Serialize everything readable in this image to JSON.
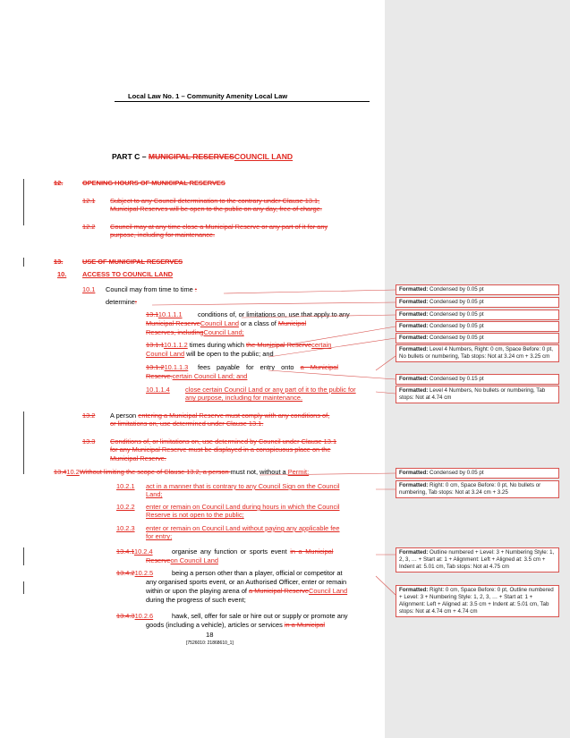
{
  "header": {
    "title": "Local Law No. 1 – Community Amenity Local Law"
  },
  "part_title": {
    "prefix": "PART C – ",
    "deleted": "MUNICIPAL RESERVES",
    "inserted": "COUNCIL LAND"
  },
  "s12": {
    "num": "12.",
    "title": "OPENING HOURS OF MUNICIPAL RESERVES",
    "c1_num": "12.1",
    "c1_l1": "Subject to any Council determination to the contrary under Clause 13.1,",
    "c1_l2": "Municipal Reserves will be open to the public on any day, free of charge.",
    "c2_num": "12.2",
    "c2_l1": "Council may at any time close a Municipal Reserve or any part of it for any",
    "c2_l2": "purpose, including for maintenance."
  },
  "s13": {
    "num": "13.",
    "title": "USE OF MUNICIPAL RESERVES"
  },
  "s10": {
    "num": "10.",
    "title": "ACCESS TO COUNCIL LAND",
    "c1_num": "10.1",
    "c1_text": "Council may from time to time ",
    "c1_del": ":",
    "determine": "determine",
    "determine_del": ":",
    "i1_del": "13.1",
    "i1_num": "10.1.1.1",
    "i1_a": "conditions of, or limitations on, use that apply to any",
    "i1_del2": "Municipal Reserve",
    "i1_ins2": "Council Land",
    "i1_b": " or a class of ",
    "i1_del3": "Municipal",
    "i1_del4": "Reserves, including",
    "i1_ins4": "Council Land;",
    "i2_del": "13.1.1",
    "i2_num": "10.1.1.2",
    "i2_a": " times during which ",
    "i2_del2": "the Municipal Reserve",
    "i2_ins2": "certain",
    "i2_ins3": "Council Land",
    "i2_b": " will be open to the public; and",
    "i3_del": "13.1.2",
    "i3_num": "10.1.1.3",
    "i3_a": "fees payable for",
    "i3_b": " entry onto ",
    "i3_del2": "a Municipal",
    "i3_del3": "Reserve.",
    "i3_ins3": "certain Council Land; and",
    "i4_num": "10.1.1.4",
    "i4_l1": "close certain Council Land or any part of it to the public for",
    "i4_l2": "any purpose, including for maintenance."
  },
  "c13_2": {
    "num": "13.2",
    "a": "A person ",
    "del_l1": "entering a Municipal Reserve must comply with any conditions of,",
    "del_l2": "or limitations on, use determined under Clause 13.1."
  },
  "c13_3": {
    "num": "13.3",
    "l1": "Conditions of, or limitations on, use determined by Council under Clause 13.1",
    "l2": "for any Municipal Reserve must be displayed in a conspicuous place on the",
    "l3": "Municipal Reserve."
  },
  "c10_2": {
    "del_num": "13.4",
    "num": "10.2",
    "del_text": "Without limiting the scope of Clause 13.2, a person ",
    "text": "must not, without a ",
    "ins": "Permit:"
  },
  "c10_2_items": {
    "i1_num": "10.2.1",
    "i1_l1": "act in a manner that is contrary to any Council Sign on the Council",
    "i1_l2": "Land;",
    "i2_num": "10.2.2",
    "i2_l1": "enter or remain on Council Land during hours in which the Council",
    "i2_l2": "Reserve is not open to the public;",
    "i3_num": "10.2.3",
    "i3_l1": "enter or remain on Council Land without paying any applicable fee",
    "i3_l2": "for entry;",
    "i4_del": "13.4.1",
    "i4_num": "10.2.4",
    "i4_a": "organise any function or sports event ",
    "i4_del2": "in a Municipal",
    "i4_del3": "Reserve",
    "i4_ins3": "on Council Land",
    "i5_del": "13.4.2",
    "i5_num": "10.2.5",
    "i5_l1": "being a person other than a player, official or competitor at",
    "i5_l2": "any organised sports event, or an Authorised Officer, enter or remain",
    "i5_l3a": "within or upon the playing arena of ",
    "i5_del3": "a Municipal Reserve",
    "i5_ins3": "Council Land",
    "i5_l4": "during the progress of such event;",
    "i6_del": "13.4.3",
    "i6_num": "10.2.6",
    "i6_l1": "hawk, sell, offer for sale or hire out or supply or promote any",
    "i6_l2": "goods (including a vehicle), articles or services ",
    "i6_del2": "in a Municipal"
  },
  "footer": {
    "page": "18",
    "docref": "[7526010: 21868610_1]"
  },
  "comments": [
    {
      "label": "Formatted:",
      "text": "Condensed by  0.05 pt"
    },
    {
      "label": "Formatted:",
      "text": "Condensed by  0.05 pt"
    },
    {
      "label": "Formatted:",
      "text": "Condensed by  0.05 pt"
    },
    {
      "label": "Formatted:",
      "text": "Condensed by  0.05 pt"
    },
    {
      "label": "Formatted:",
      "text": "Condensed by  0.05 pt"
    },
    {
      "label": "Formatted:",
      "text": "Level 4 Numbers, Right:  0 cm, Space Before:  0 pt,  No bullets or numbering, Tab stops: Not at  3.24 cm +  3.25 cm"
    },
    {
      "label": "Formatted:",
      "text": "Condensed by  0.15 pt"
    },
    {
      "label": "Formatted:",
      "text": "Level 4 Numbers,  No bullets or numbering, Tab stops: Not at  4.74 cm"
    },
    {
      "label": "Formatted:",
      "text": "Condensed by  0.05 pt"
    },
    {
      "label": "Formatted:",
      "text": "Right:  0 cm, Space Before:  0 pt,  No bullets or numbering, Tab stops: Not at  3.24 cm +  3.25"
    },
    {
      "label": "Formatted:",
      "text": "Outline numbered + Level: 3 + Numbering Style: 1, 2, 3, … + Start at: 1 + Alignment: Left + Aligned at:  3.5 cm + Indent at:  5.01 cm, Tab stops: Not at  4.75 cm"
    },
    {
      "label": "Formatted:",
      "text": "Right:  0 cm, Space Before:  0 pt, Outline numbered + Level: 3 + Numbering Style: 1, 2, 3, … + Start at: 1 + Alignment: Left + Aligned at:  3.5 cm + Indent at:  5.01 cm, Tab stops: Not at  4.74 cm +  4.74 cm"
    }
  ],
  "colors": {
    "revision": "#e0271f",
    "comment_border": "#d9534f",
    "margin_bg": "#e9e9e9"
  }
}
